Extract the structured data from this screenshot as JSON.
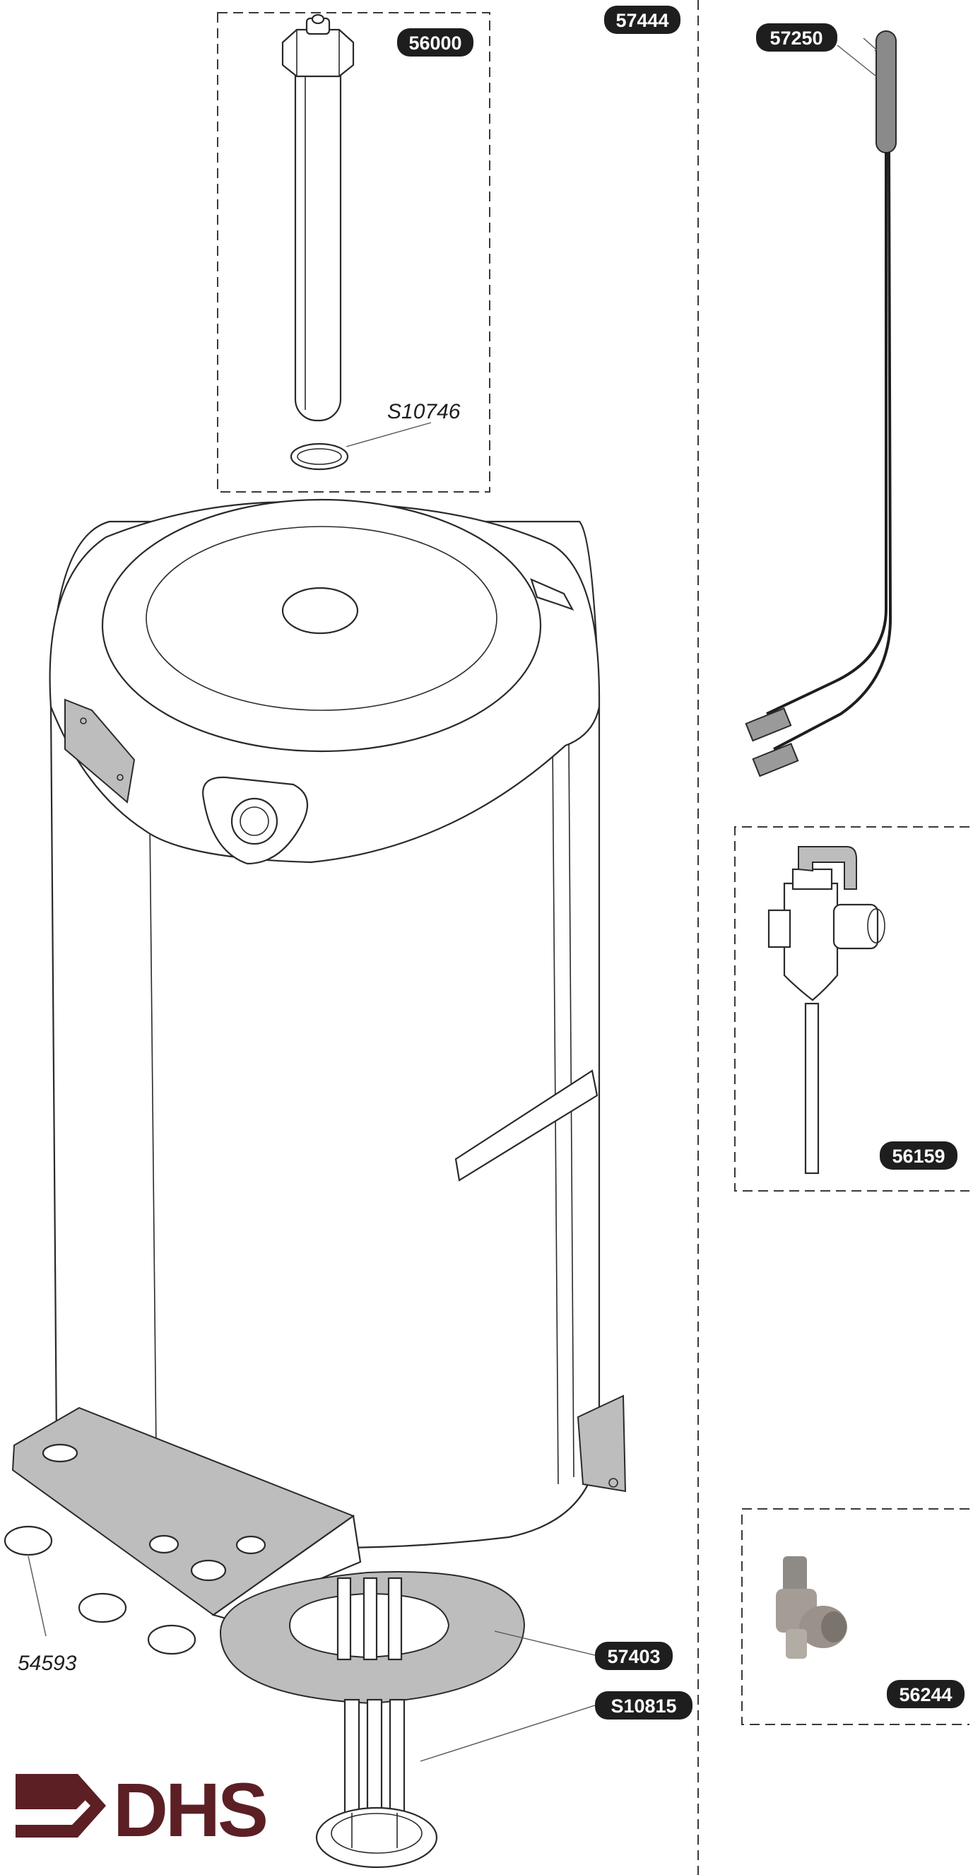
{
  "parts": {
    "anode": "56000",
    "anode_washer": "S10746",
    "cylinder": "57444",
    "thermostat_probe": "57250",
    "relief_valve": "56159",
    "washers": "54593",
    "gasket": "57403",
    "element": "S10815",
    "isolation_valve": "56244"
  },
  "logo": {
    "text": "DHS",
    "color": "#5b1f24"
  },
  "colors": {
    "line": "#2a2a2a",
    "badge": "#1e1e1e",
    "badge_text": "#ffffff",
    "shade": "#bdbdbd"
  }
}
